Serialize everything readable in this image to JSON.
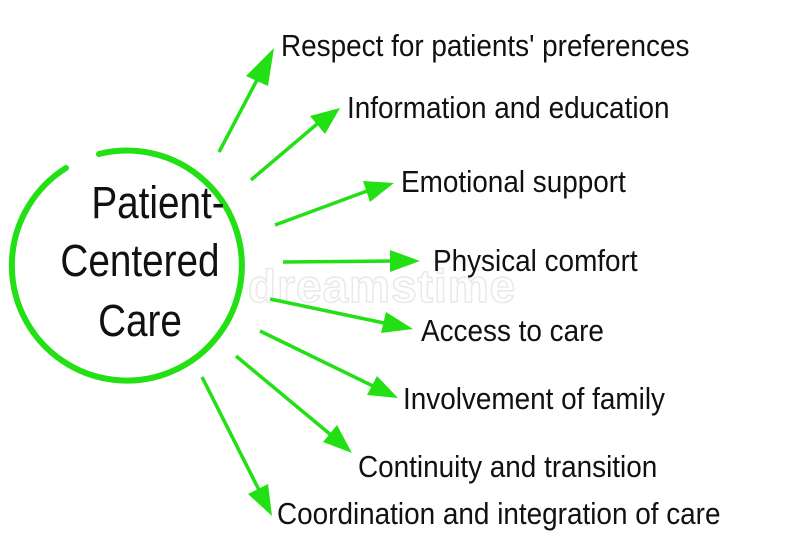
{
  "colors": {
    "accent": "#22e014",
    "text": "#111111",
    "watermark": "#e9e9e9"
  },
  "watermark": "dreamstime",
  "center": {
    "lines": [
      "Patient-",
      "Centered",
      "Care"
    ]
  },
  "items": [
    {
      "label": "Respect for patients' preferences"
    },
    {
      "label": "Information and education"
    },
    {
      "label": "Emotional support"
    },
    {
      "label": "Physical comfort"
    },
    {
      "label": "Access to care"
    },
    {
      "label": "Involvement of family"
    },
    {
      "label": "Continuity and transition"
    },
    {
      "label": "Coordination and integration of care"
    }
  ]
}
